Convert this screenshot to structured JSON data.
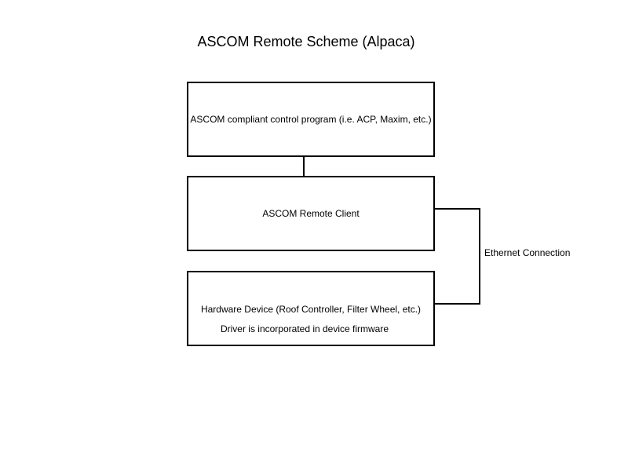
{
  "diagram": {
    "title": "ASCOM Remote Scheme (Alpaca)",
    "nodes": {
      "control_program": {
        "label": "ASCOM compliant control program (i.e. ACP, Maxim, etc.)"
      },
      "remote_client": {
        "label": "ASCOM Remote Client"
      },
      "hardware_device": {
        "label_line1": "Hardware Device (Roof Controller, Filter Wheel, etc.)",
        "label_line2": "Driver is incorporated in device firmware"
      }
    },
    "edges": {
      "ethernet_label": "Ethernet Connection"
    },
    "colors": {
      "background": "#ffffff",
      "stroke": "#000000",
      "text": "#000000"
    }
  }
}
